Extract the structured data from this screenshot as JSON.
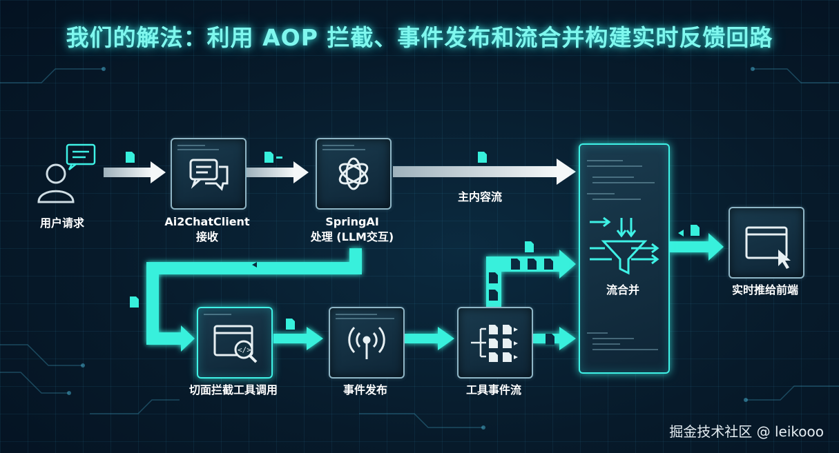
{
  "title": "我们的解法：利用 AOP 拦截、事件发布和流合并构建实时反馈回路",
  "nodes": {
    "user_request": "用户请求",
    "client_line1": "Ai2ChatClient",
    "client_line2": "接收",
    "springai_line1": "SpringAI",
    "springai_line2": "处理 (LLM交互)",
    "main_stream": "主内容流",
    "stream_merge": "流合并",
    "realtime_push": "实时推给前端",
    "aspect_intercept": "切面拦截工具调用",
    "event_publish": "事件发布",
    "tool_event_stream": "工具事件流"
  },
  "watermark": "掘金技术社区 @ leikooo",
  "colors": {
    "title": "#7ff7ee",
    "glow": "#3ff2e6",
    "arrow_white": "#dfe6ea",
    "node_border": "#8fb6c6"
  }
}
